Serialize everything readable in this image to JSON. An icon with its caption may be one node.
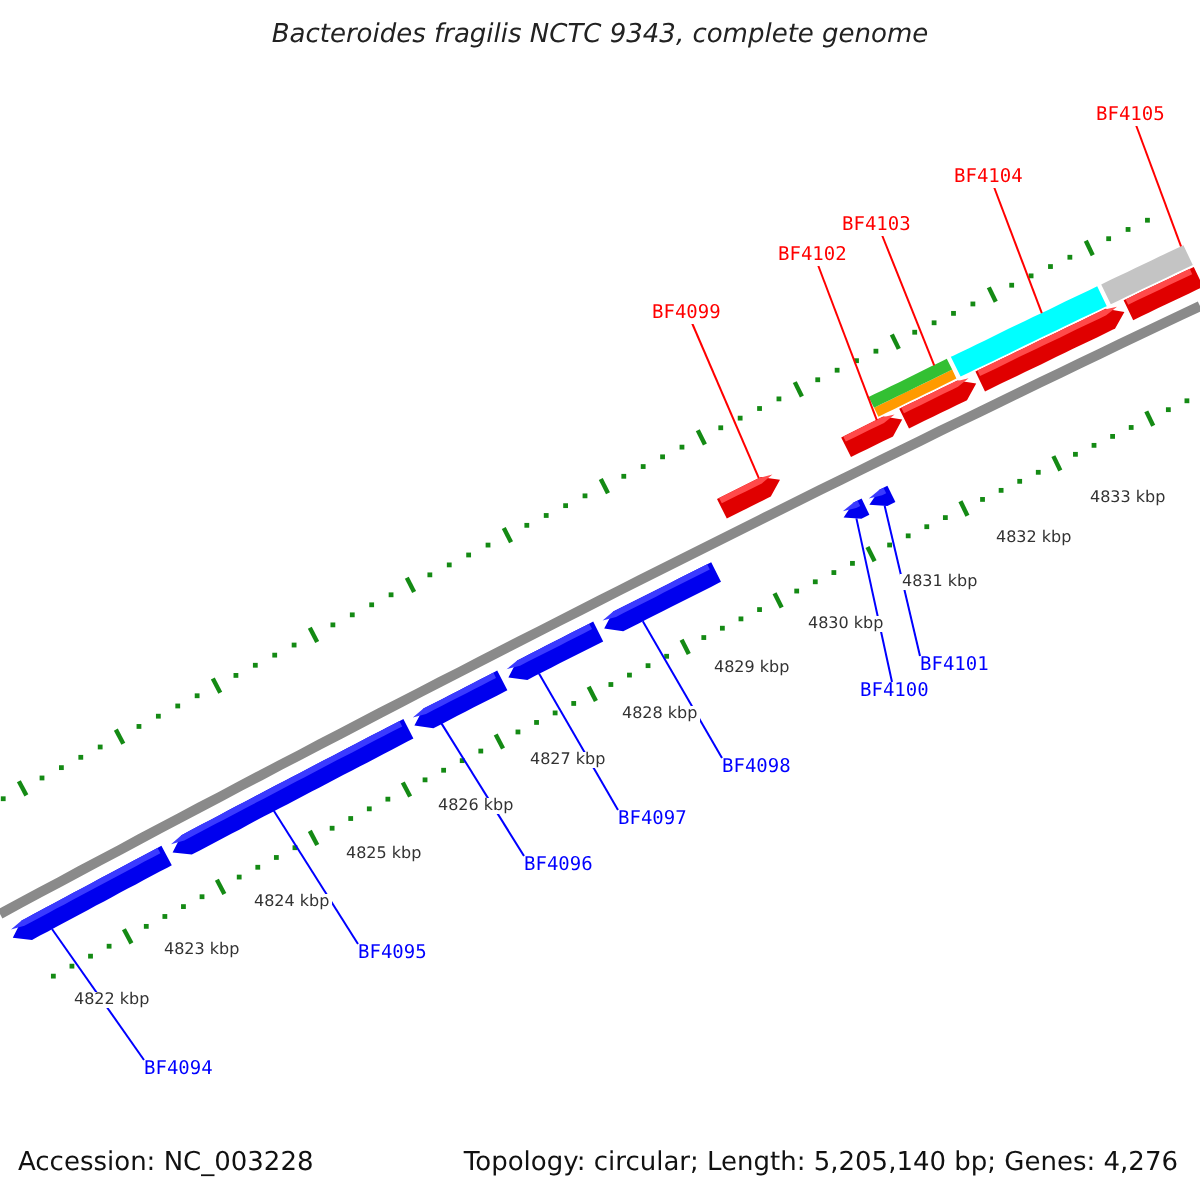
{
  "diagram": {
    "title": "Bacteroides fragilis NCTC 9343, complete genome",
    "nodes": [
      {
        "text": [
          "BF4105"
        ]
      },
      {
        "text": [
          "BF4104"
        ]
      },
      {
        "text": [
          "BF4103"
        ]
      },
      {
        "text": [
          "BF4102"
        ]
      },
      {
        "text": [
          "BF4099"
        ]
      },
      {
        "text": [
          "BF4101"
        ]
      },
      {
        "text": [
          "BF4100"
        ]
      },
      {
        "text": [
          "BF4098"
        ]
      },
      {
        "text": [
          "BF4097"
        ]
      },
      {
        "text": [
          "BF4096"
        ]
      },
      {
        "text": [
          "BF4095"
        ]
      },
      {
        "text": [
          "BF4094"
        ]
      },
      {
        "text": [],
        "shape": "bar"
      },
      {
        "text": [],
        "shape": "bar"
      },
      {
        "text": [],
        "shape": "bar"
      },
      {
        "text": [],
        "shape": "bar"
      },
      {
        "text": [],
        "shape": "bar"
      },
      {
        "text": [],
        "shape": "bar"
      },
      {
        "text": [],
        "shape": "bar"
      },
      {
        "text": [],
        "shape": "bar"
      },
      {
        "text": [],
        "shape": "bar"
      },
      {
        "text": [],
        "shape": "bar"
      },
      {
        "text": [],
        "shape": "bar"
      },
      {
        "text": [],
        "shape": "bar"
      },
      {
        "text": [],
        "shape": "bar"
      },
      {
        "text": [],
        "shape": "bar"
      },
      {
        "text": [],
        "shape": "bar"
      },
      {
        "text": [],
        "shape": "bar"
      }
    ],
    "edges": [
      {
        "from": 0,
        "to": 27,
        "arrow": "none",
        "color": "#ff0000"
      },
      {
        "from": 1,
        "to": 26,
        "arrow": "none",
        "color": "#ff0000"
      },
      {
        "from": 2,
        "to": 25,
        "arrow": "none",
        "color": "#ff0000"
      },
      {
        "from": 3,
        "to": 20,
        "arrow": "none",
        "color": "#ff0000"
      },
      {
        "from": 4,
        "to": 19,
        "arrow": "none",
        "color": "#ff0000"
      },
      {
        "from": 5,
        "to": 18,
        "arrow": "none"
      },
      {
        "from": 6,
        "to": 17,
        "arrow": "none"
      },
      {
        "from": 7,
        "to": 16,
        "arrow": "none"
      },
      {
        "from": 8,
        "to": 15,
        "arrow": "none"
      },
      {
        "from": 9,
        "to": 14,
        "arrow": "none"
      },
      {
        "from": 10,
        "to": 13,
        "arrow": "none"
      },
      {
        "from": 11,
        "to": 12,
        "arrow": "none"
      }
    ],
    "labels": [
      "4833 kbp",
      "4832 kbp",
      "4831 kbp",
      "4830 kbp",
      "4829 kbp",
      "4828 kbp",
      "4827 kbp",
      "4826 kbp",
      "4825 kbp",
      "4824 kbp",
      "4823 kbp",
      "4822 kbp",
      "Accession: NC_003228",
      "Topology: circular; Length: 5,205,140 bp; Genes: 4,276"
    ]
  }
}
